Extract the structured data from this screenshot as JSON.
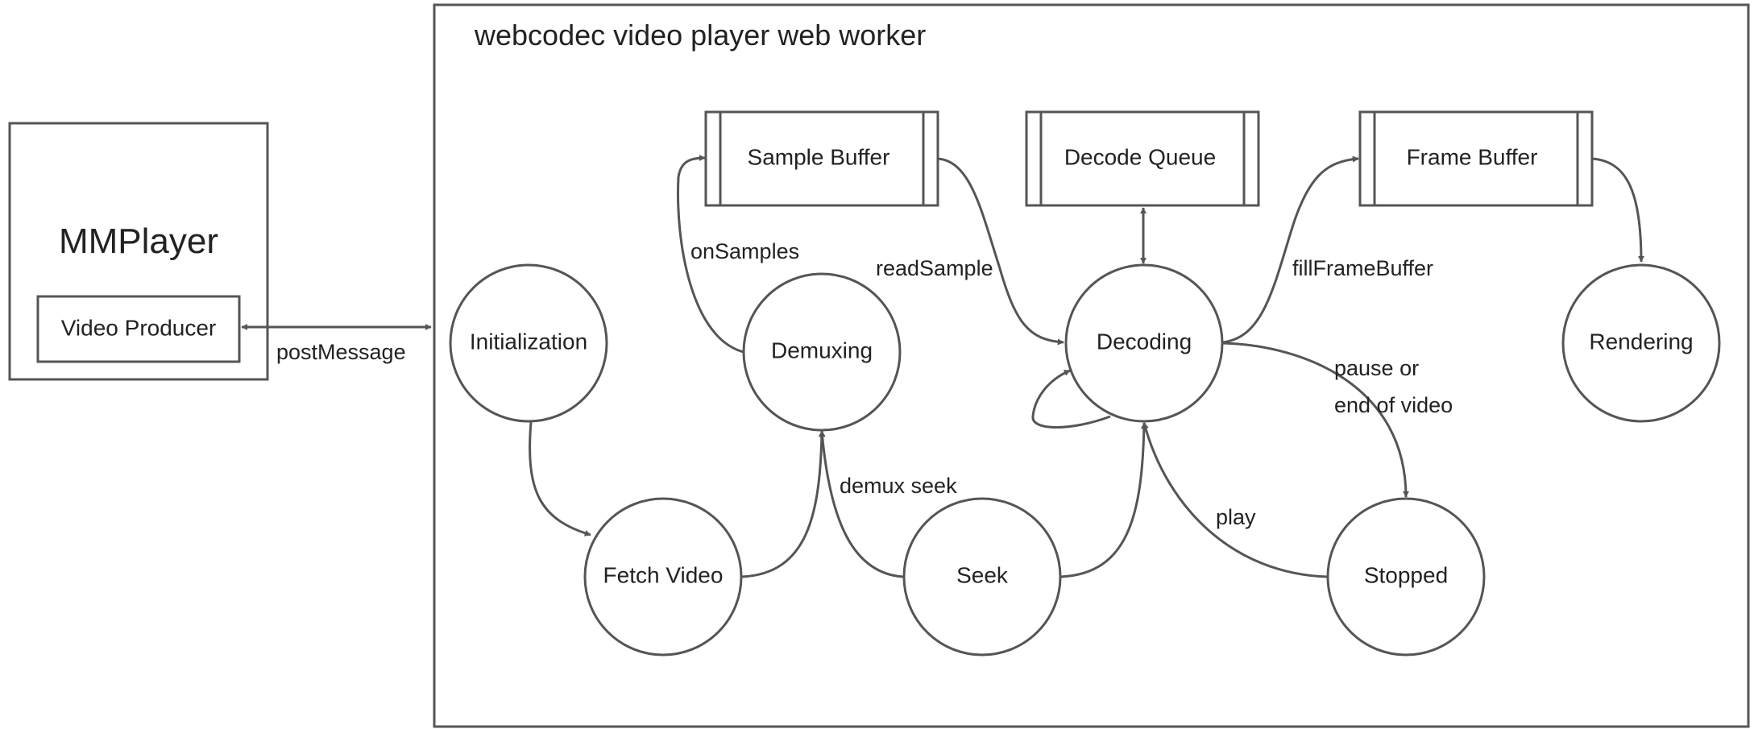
{
  "colors": {
    "stroke": "#555555",
    "text": "#222222",
    "background": "#ffffff"
  },
  "mmplayer": {
    "title": "MMPlayer",
    "video_producer": "Video Producer"
  },
  "worker": {
    "title": "webcodec video player web worker"
  },
  "buffers": {
    "sample_buffer": "Sample Buffer",
    "decode_queue": "Decode Queue",
    "frame_buffer": "Frame Buffer"
  },
  "states": {
    "initialization": "Initialization",
    "demuxing": "Demuxing",
    "decoding": "Decoding",
    "rendering": "Rendering",
    "fetch_video": "Fetch Video",
    "seek": "Seek",
    "stopped": "Stopped"
  },
  "edge_labels": {
    "post_message": "postMessage",
    "on_samples": "onSamples",
    "read_sample": "readSample",
    "fill_frame_buffer": "fillFrameBuffer",
    "pause_line1": "pause or",
    "pause_line2": "end of video",
    "demux_seek": "demux seek",
    "play": "play"
  }
}
